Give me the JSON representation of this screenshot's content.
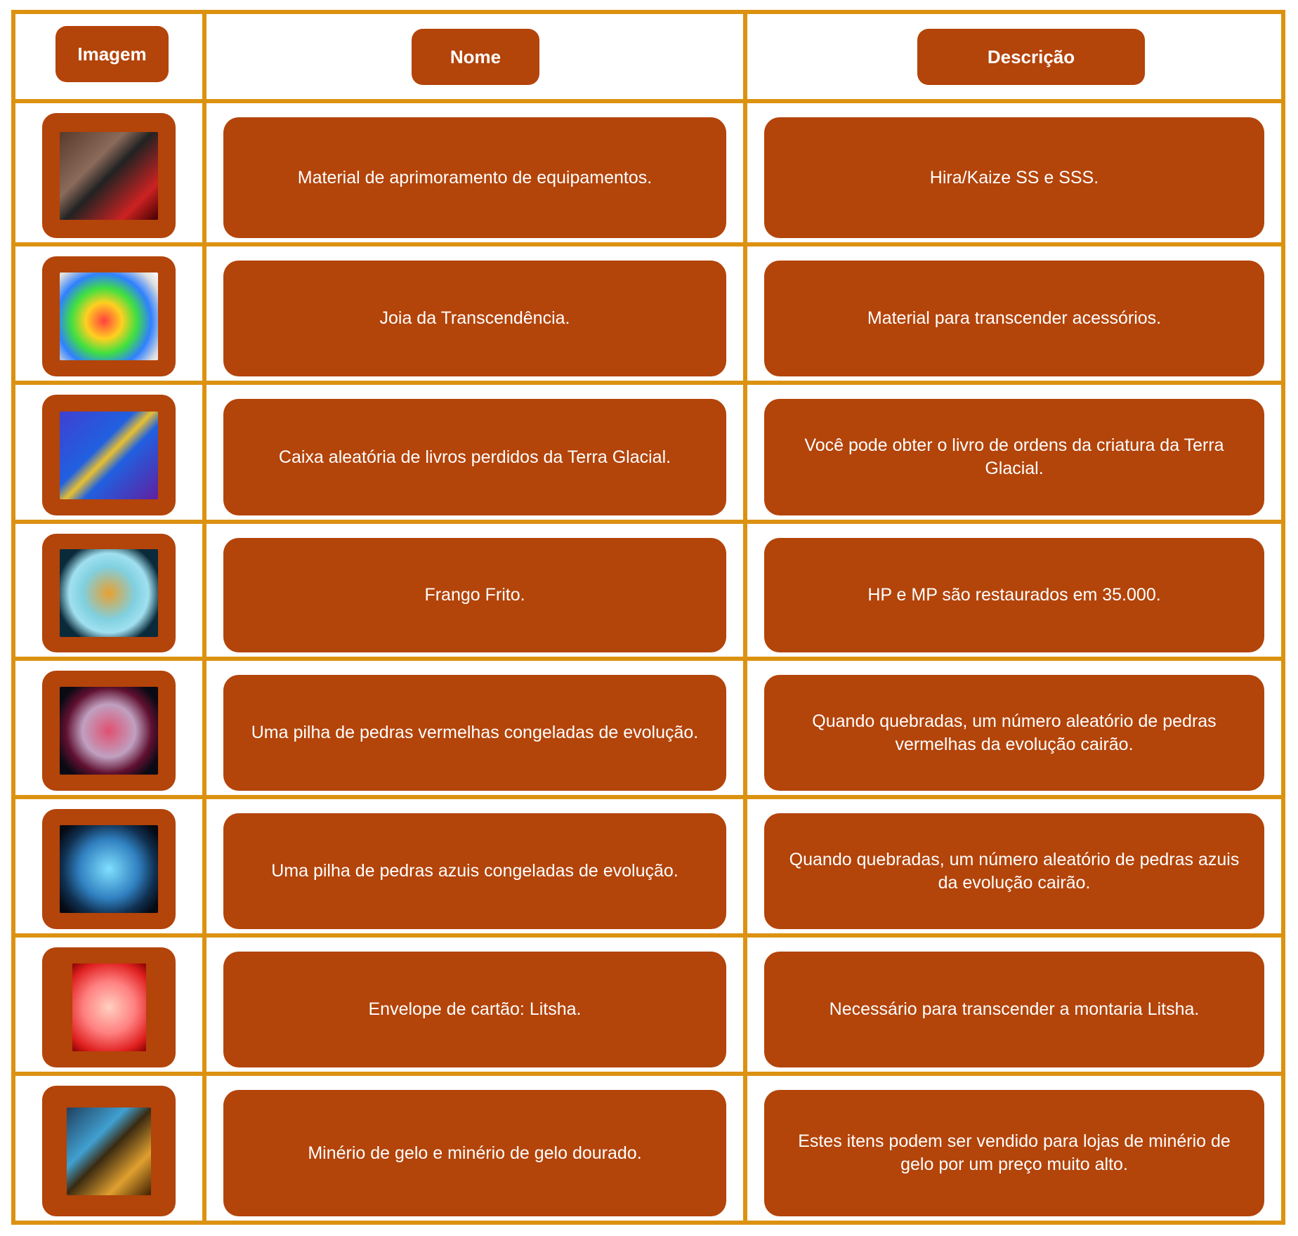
{
  "headers": {
    "image": "Imagem",
    "name": "Nome",
    "description": "Descrição"
  },
  "colors": {
    "border": "#dc9211",
    "box": "#b3440a",
    "text": "#ffffff"
  },
  "rows": [
    {
      "icon": "ss-sss-material-icon",
      "name": "Material de aprimoramento de equipamentos.",
      "description": "Hira/Kaize SS e SSS."
    },
    {
      "icon": "rainbow-jewel-icon",
      "name": "Joia da Transcendência.",
      "description": "Material para transcender acessórios."
    },
    {
      "icon": "gift-box-icon",
      "name": "Caixa aleatória de livros perdidos da Terra Glacial.",
      "description": "Você pode obter o livro de ordens da criatura da Terra Glacial."
    },
    {
      "icon": "ice-ore-nuggets-icon",
      "name": "Frango Frito.",
      "description": "HP e MP são restaurados em 35.000."
    },
    {
      "icon": "red-frozen-stones-icon",
      "name": "Uma pilha de pedras vermelhas congeladas de evolução.",
      "description": "Quando quebradas, um número aleatório de pedras vermelhas da evolução cairão."
    },
    {
      "icon": "blue-frozen-stones-icon",
      "name": "Uma pilha de pedras azuis congeladas de evolução.",
      "description": "Quando quebradas, um número aleatório de pedras azuis da evolução cairão."
    },
    {
      "icon": "card-envelope-icon",
      "name": "Envelope de cartão: Litsha.",
      "description": "Necessário para transcender a montaria Litsha."
    },
    {
      "icon": "ice-gold-ore-icon",
      "name": "Minério de gelo e minério de gelo dourado.",
      "description": "Estes itens podem ser vendido para lojas de minério de gelo por um preço muito alto."
    }
  ]
}
